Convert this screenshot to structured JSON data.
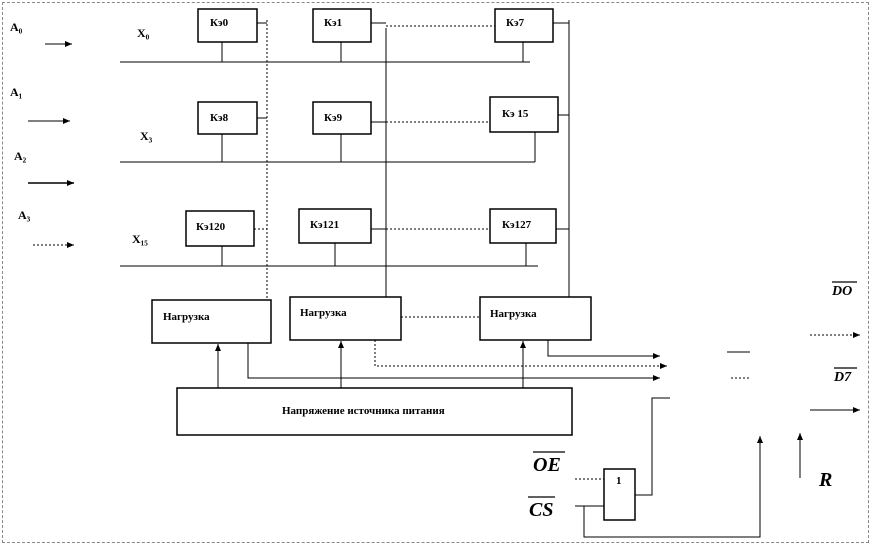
{
  "inputs": {
    "a0": "A₀",
    "a1": "A₁",
    "a2": "A₂",
    "a3": "A₃"
  },
  "rows": {
    "x0": "X₀",
    "x3": "X₃",
    "x15": "X₁₅"
  },
  "cells": {
    "c0": "Кэ0",
    "c1": "Кэ1",
    "c7": "Кэ7",
    "c8": "Кэ8",
    "c9": "Кэ9",
    "c15": "Кэ 15",
    "c120": "Кэ120",
    "c121": "Кэ121",
    "c127": "Кэ127"
  },
  "loads": {
    "load1": "Нагрузка",
    "load2": "Нагрузка",
    "load3": "Нагрузка"
  },
  "power_supply": "Напряжение источника питания",
  "outputs": {
    "do": "DO",
    "d7": "D7",
    "r": "R"
  },
  "controls": {
    "oe": "OE",
    "cs": "CS",
    "gate": "1"
  }
}
